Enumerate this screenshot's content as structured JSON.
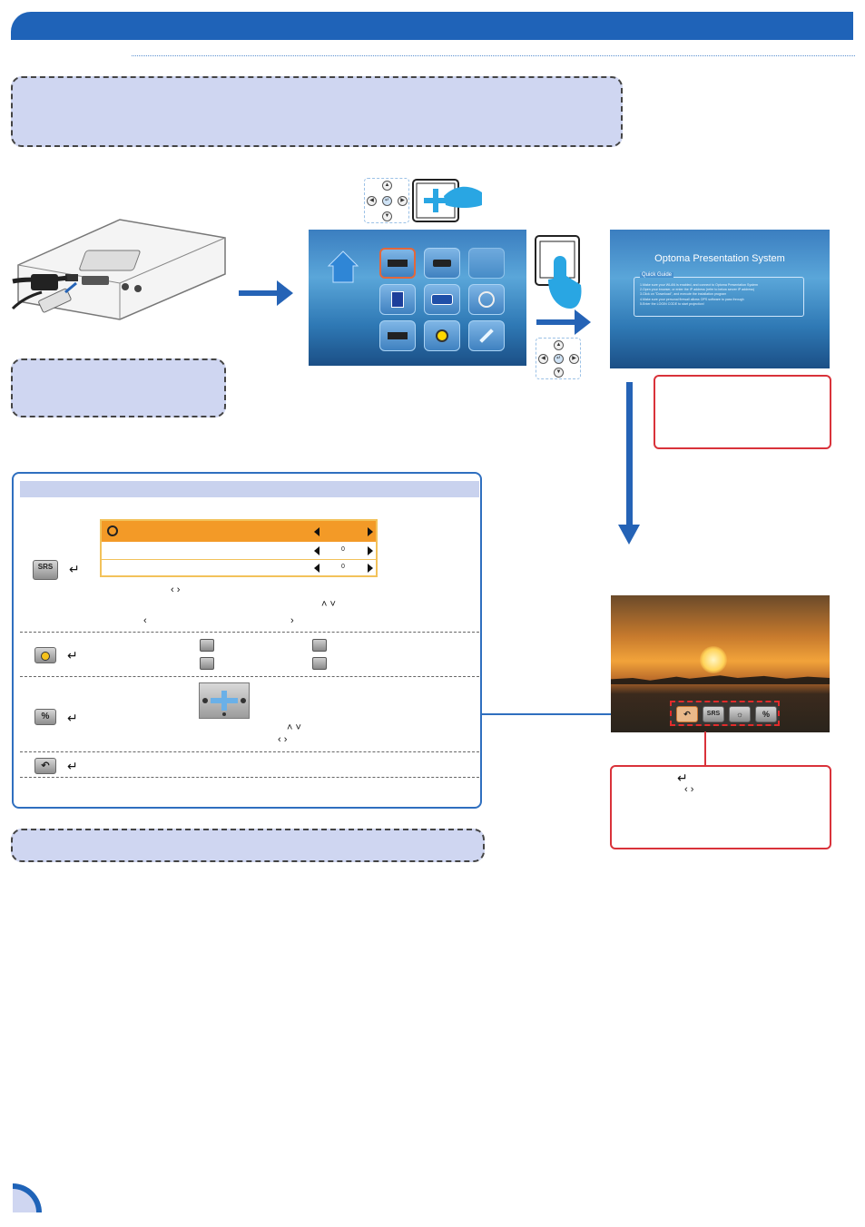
{
  "page": {
    "header_color": "#1f63b8",
    "accent_red": "#d9323a",
    "highlight_orange": "#f39a27"
  },
  "ops_screen": {
    "title": "Optoma Presentation System",
    "guide_title": "Quick Guide",
    "steps": [
      "1.Make sure your WLAN is enabled, and connect to Optoma Presentation System",
      "2.Open your browser, or enter the IP address (refer to below server IP address)",
      "3.Click on \"Download\", and execute the installation program",
      "4.Make sure your personal firewall allows OPS software to pass through",
      "5.Enter the LOGIN CODE to start projection!"
    ]
  },
  "srs_menu": {
    "row_values": [
      "0",
      "0"
    ]
  },
  "icons": {
    "home": "home-icon",
    "usb": "usb-icon",
    "hdmi": "hdmi-icon",
    "sd": "sd-card-icon",
    "vga": "vga-icon",
    "av": "av-icon",
    "settings": "wrench-icon",
    "srs": "srs-icon",
    "brightness": "brightness-icon",
    "keystone": "keystone-icon",
    "back": "back-arrow-icon",
    "enter": "enter-icon"
  },
  "panel_buttons": {
    "srs_label": "SRS"
  }
}
